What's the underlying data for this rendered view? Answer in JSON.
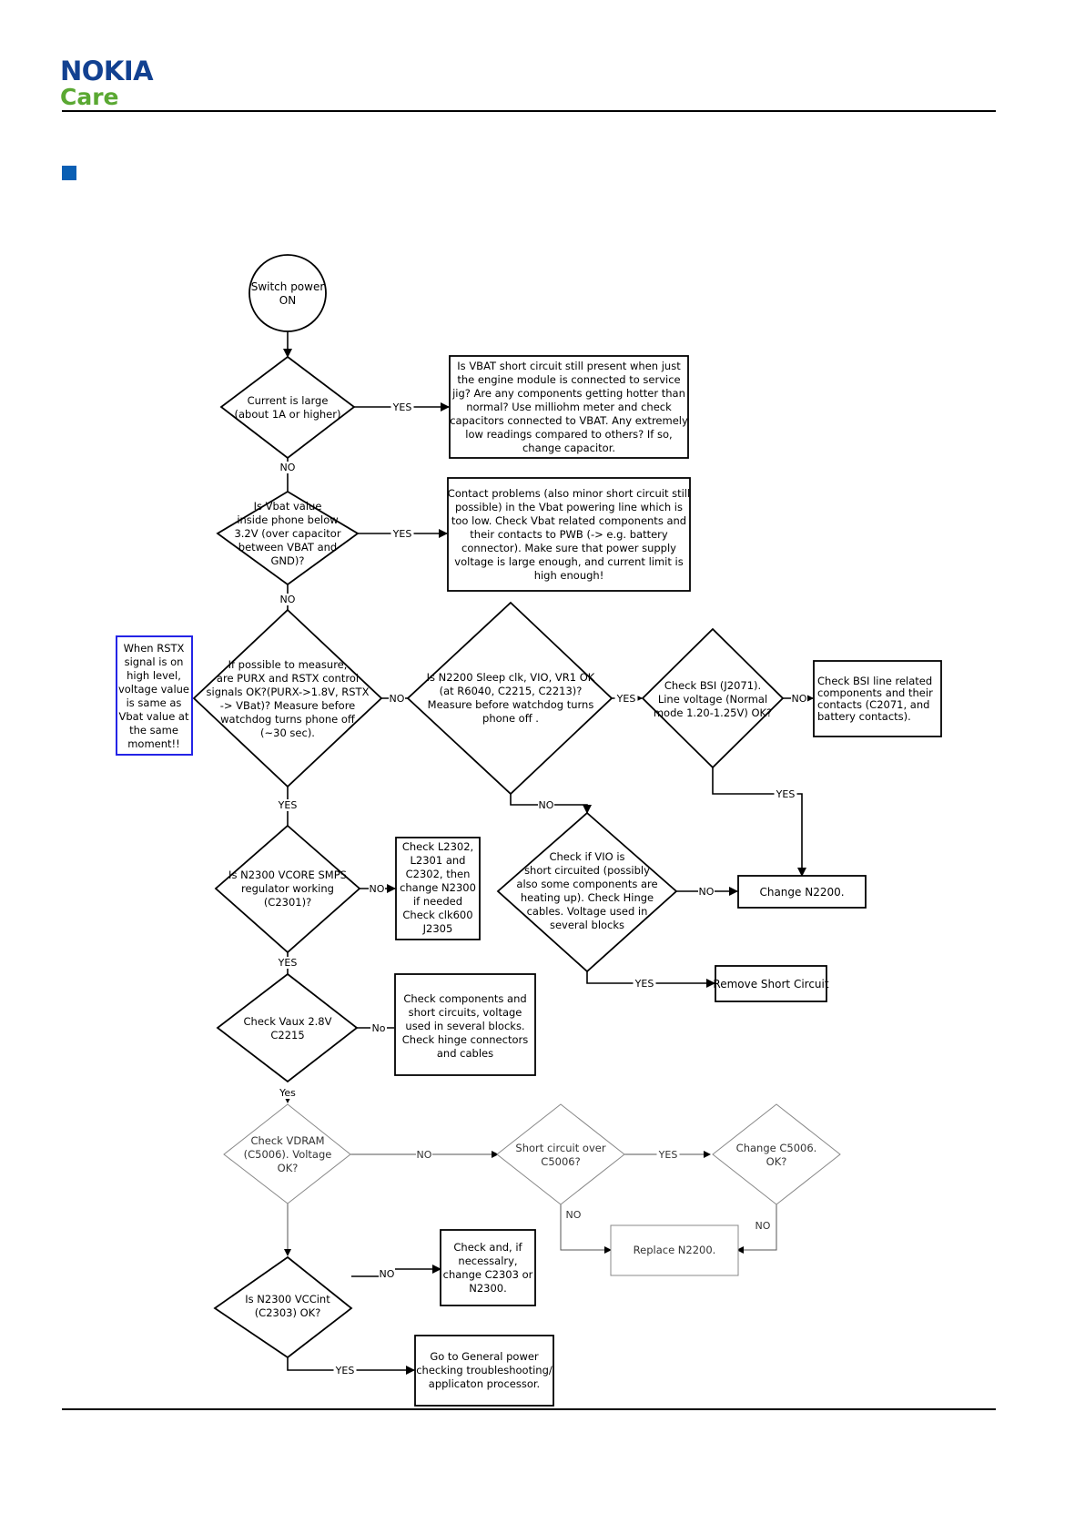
{
  "header": {
    "brand": "NOKIA",
    "subbrand": "Care"
  },
  "flowchart": {
    "start": [
      "Switch power",
      "ON"
    ],
    "nodes": {
      "current_large": [
        "Current is large",
        "(about 1A or higher)"
      ],
      "vbat_short": [
        "Is VBAT short circuit still present when just",
        "the engine module is connected to service",
        "jig? Are any components getting hotter than",
        "normal? Use milliohm meter and check",
        "capacitors connected to VBAT. Any extremely",
        "low readings compared to others? If so,",
        "change capacitor."
      ],
      "vbat_value": [
        "Is Vbat value",
        "inside phone below",
        "3.2V (over capacitor",
        "between VBAT and",
        "GND)?"
      ],
      "contact_problems": [
        "Contact problems (also minor short circuit still",
        "possible) in the Vbat powering line which is",
        "too low. Check Vbat related components and",
        "their contacts to PWB (-> e.g. battery",
        "connector). Make sure that power supply",
        "voltage is large enough, and current limit is",
        "high enough!"
      ],
      "rstx_note": [
        "When RSTX",
        "signal is on",
        "high level,",
        "voltage value",
        "is same as",
        "Vbat value at",
        "the same",
        "moment!!"
      ],
      "purx_rstx": [
        "If possible to measure,",
        "are PURX and RSTX control",
        "signals OK?(PURX->1.8V, RSTX",
        "-> VBat)? Measure before",
        "watchdog turns phone off",
        "(~30 sec)."
      ],
      "n2200_sleep": [
        "Is N2200 Sleep clk, VIO, VR1 OK",
        "(at R6040, C2215, C2213)?",
        "Measure before watchdog turns",
        "phone off ."
      ],
      "check_bsi": [
        "Check BSI (J2071).",
        "Line voltage (Normal",
        "mode 1.20-1.25V) OK?"
      ],
      "bsi_line": [
        "Check BSI line related",
        "components and their",
        "contacts (C2071, and",
        "battery contacts)."
      ],
      "vcore_smps": [
        "Is N2300 VCORE SMPS",
        "regulator working",
        "(C2301)?"
      ],
      "check_l2302": [
        "Check L2302,",
        "L2301 and",
        "C2302, then",
        "change N2300",
        "if needed",
        "Check clk600",
        "J2305"
      ],
      "vio_short": [
        "Check if VIO is",
        "short circuited (possibly",
        "also some components are",
        "heating up). Check Hinge",
        "cables. Voltage used in",
        "several blocks"
      ],
      "change_n2200": [
        "Change N2200."
      ],
      "remove_short": [
        "Remove Short Circuit"
      ],
      "vaux": [
        "Check Vaux 2.8V",
        "C2215"
      ],
      "check_components": [
        "Check components and",
        "short circuits, voltage",
        "used in several blocks.",
        "Check hinge connectors",
        "and cables"
      ],
      "vdram": [
        "Check VDRAM",
        "(C5006). Voltage",
        "OK?"
      ],
      "short_c5006": [
        "Short circuit over",
        "C5006?"
      ],
      "change_c5006": [
        "Change C5006.",
        "OK?"
      ],
      "replace_n2200": [
        "Replace N2200."
      ],
      "vccint": [
        "Is N2300 VCCint",
        "(C2303) OK?"
      ],
      "check_c2303": [
        "Check and, if",
        "necessalry,",
        "change C2303 or",
        "N2300."
      ],
      "general_power": [
        "Go to General power",
        "checking troubleshooting/",
        "applicaton processor."
      ]
    },
    "edges": {
      "yes_current": "YES",
      "no_current": "NO",
      "yes_vbat": "YES",
      "no_vbat": "NO",
      "no_purx": "NO",
      "yes_purx": "YES",
      "yes_sleep": "YES",
      "no_sleep": "NO",
      "no_bsi": "NO",
      "yes_bsi": "YES",
      "no_vcore": "NO",
      "yes_vcore": "YES",
      "no_vio": "NO",
      "yes_vio": "YES",
      "no_vaux": "No",
      "yes_vaux": "Yes",
      "no_vdram": "NO",
      "yes_short": "YES",
      "no_short": "NO",
      "no_c5006": "NO",
      "no_vccint": "NO",
      "yes_vccint": "YES"
    }
  }
}
